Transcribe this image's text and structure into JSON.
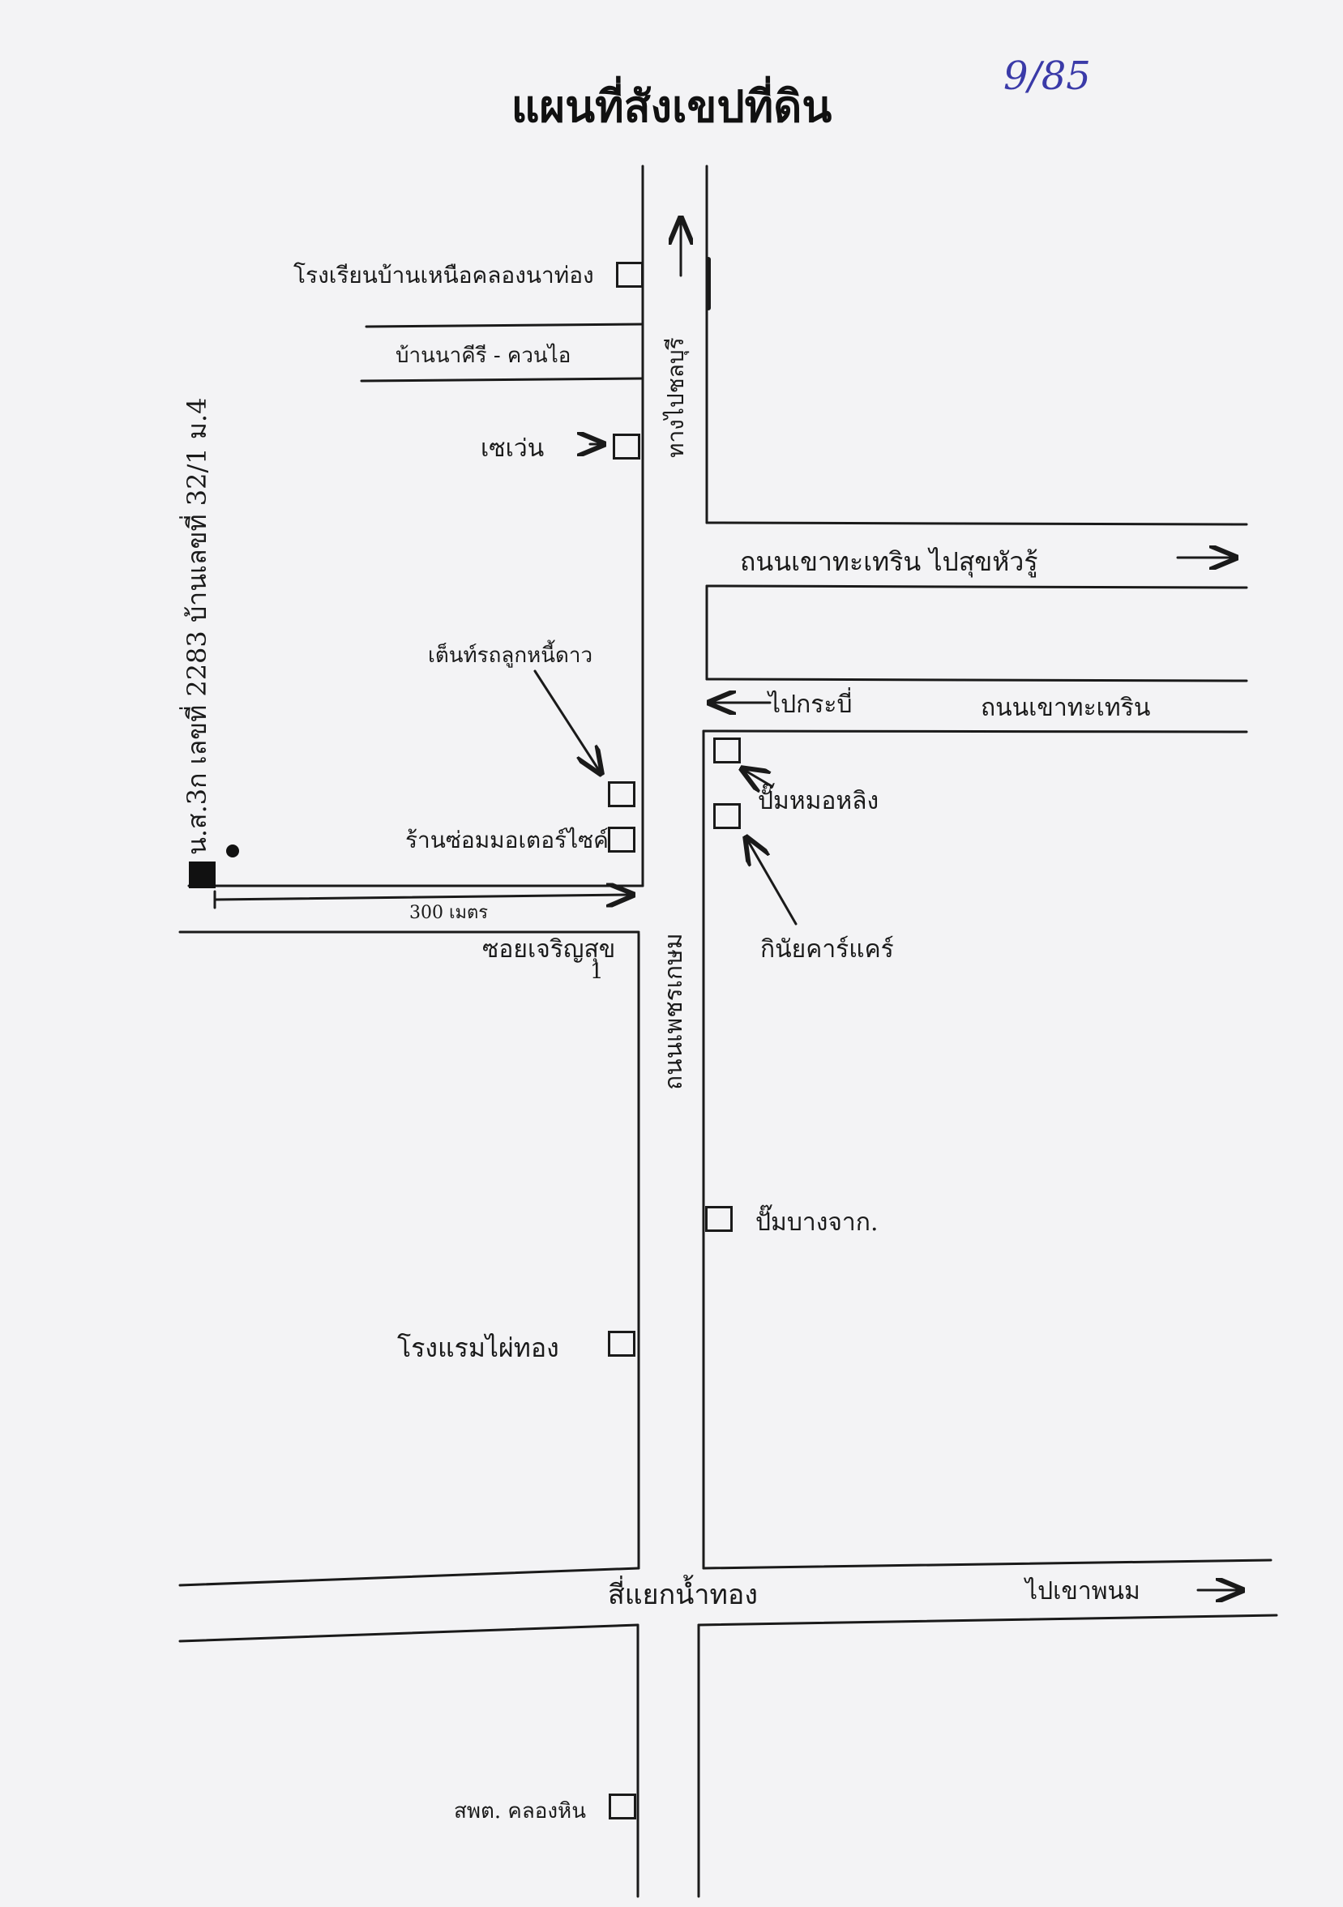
{
  "title": "แผนที่สังเขปที่ดิน",
  "doc_number": "9/85",
  "parcel_caption": "น.ส.3ก เลขที่ 2283 บ้านเลขที่ 32/1 ม.4",
  "distance_label": "300 เมตร",
  "roads": {
    "main_north": "ทางไปชลบุรี",
    "main_south": "ถนนเพชรเกษม",
    "junction_east": "ถนนเขาทะเทริน ไปสุขหัวรู้",
    "junction_west_dir": "ไปกระบี่",
    "junction_west_name": "ถนนเขาทะเทริน",
    "soi": "ซอยเจริญสุข",
    "soi_num": "1",
    "alley": "บ้านนาคีรี - ควนไอ",
    "intersection": "สี่แยกน้ำทอง",
    "to_khaophanom": "ไปเขาพนม"
  },
  "landmarks": {
    "school": "โรงเรียนบ้านเหนือคลองนาท่อง",
    "seven": "เซเว่น",
    "shop_arrow": "เต็นท์รถลูกหนี้ดาว",
    "motor_shop": "ร้านซ่อมมอเตอร์ไซค์",
    "gas1": "ปั๊มหมอหลิง",
    "car_care": "กินัยคาร์แคร์",
    "gas2": "ปั๊มบางจาก.",
    "hotel": "โรงแรมไผ่ทอง",
    "office": "สพต. คลองหิน"
  },
  "colors": {
    "ink": "#1a1a1a",
    "paper": "#f3f3f5",
    "blue_ink": "#3a3aa8"
  }
}
